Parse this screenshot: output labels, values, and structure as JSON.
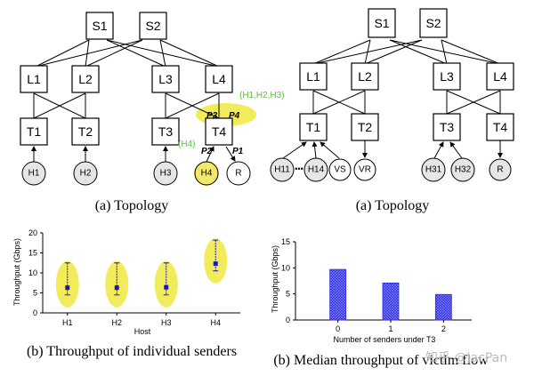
{
  "left_topology": {
    "spines": [
      "S1",
      "S2"
    ],
    "leaves": [
      "L1",
      "L2",
      "L3",
      "L4"
    ],
    "tors": [
      "T1",
      "T2",
      "T3",
      "T4"
    ],
    "hosts": [
      "H1",
      "H2",
      "H3",
      "H4",
      "R"
    ],
    "annotations": {
      "p1": "P1",
      "p2": "P2",
      "p3": "P3",
      "p4": "P4",
      "green_right": "(H1,H2,H3)",
      "green_left": "(H4)"
    },
    "caption": "(a) Topology"
  },
  "right_topology": {
    "spines": [
      "S1",
      "S2"
    ],
    "leaves": [
      "L1",
      "L2",
      "L3",
      "L4"
    ],
    "tors": [
      "T1",
      "T2",
      "T3",
      "T4"
    ],
    "hosts": [
      "H11",
      "H14",
      "VS",
      "VR",
      "H31",
      "H32",
      "R"
    ],
    "ellipsis": "•••",
    "caption": "(a) Topology"
  },
  "chart_data": [
    {
      "type": "scatter",
      "categories": [
        "H1",
        "H2",
        "H3",
        "H4"
      ],
      "values": [
        6.3,
        6.3,
        6.4,
        12.3
      ],
      "error_low": [
        4.5,
        4.5,
        4.5,
        10.5
      ],
      "error_high": [
        12.5,
        12.5,
        12.5,
        18.2
      ],
      "ylim": [
        0,
        20
      ],
      "yticks": [
        "0",
        "5",
        "10",
        "15",
        "20"
      ],
      "xlabel": "Host",
      "ylabel": "Throughput (Gbps)",
      "caption": "(b) Throughput of individual senders",
      "highlight_color": "#f2ec5c",
      "marker_color": "#1a1aa6"
    },
    {
      "type": "bar",
      "categories": [
        "0",
        "1",
        "2"
      ],
      "values": [
        9.7,
        7.1,
        4.9
      ],
      "ylim": [
        0,
        15
      ],
      "yticks": [
        "0",
        "5",
        "10",
        "15"
      ],
      "xlabel": "Number of senders under T3",
      "ylabel": "Throughput (Gbps)",
      "caption": "(b) Median throughput of victim flow",
      "bar_color": "#2929e6"
    }
  ],
  "watermark": "知乎 @JacPan"
}
